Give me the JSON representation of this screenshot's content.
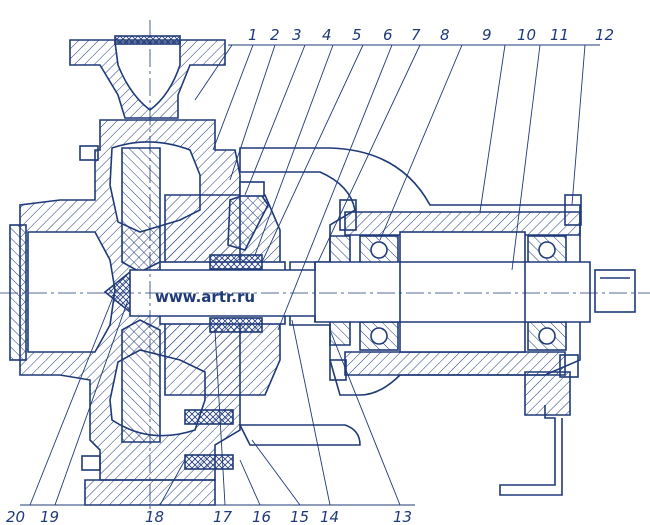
{
  "watermark": "www.artr.ru",
  "ink_color": "#1f3a78",
  "callouts_top": [
    "1",
    "2",
    "3",
    "4",
    "5",
    "6",
    "7",
    "8",
    "9",
    "10",
    "11",
    "12"
  ],
  "callouts_bottom": [
    "20",
    "19",
    "18",
    "17",
    "16",
    "15",
    "14",
    "13"
  ]
}
